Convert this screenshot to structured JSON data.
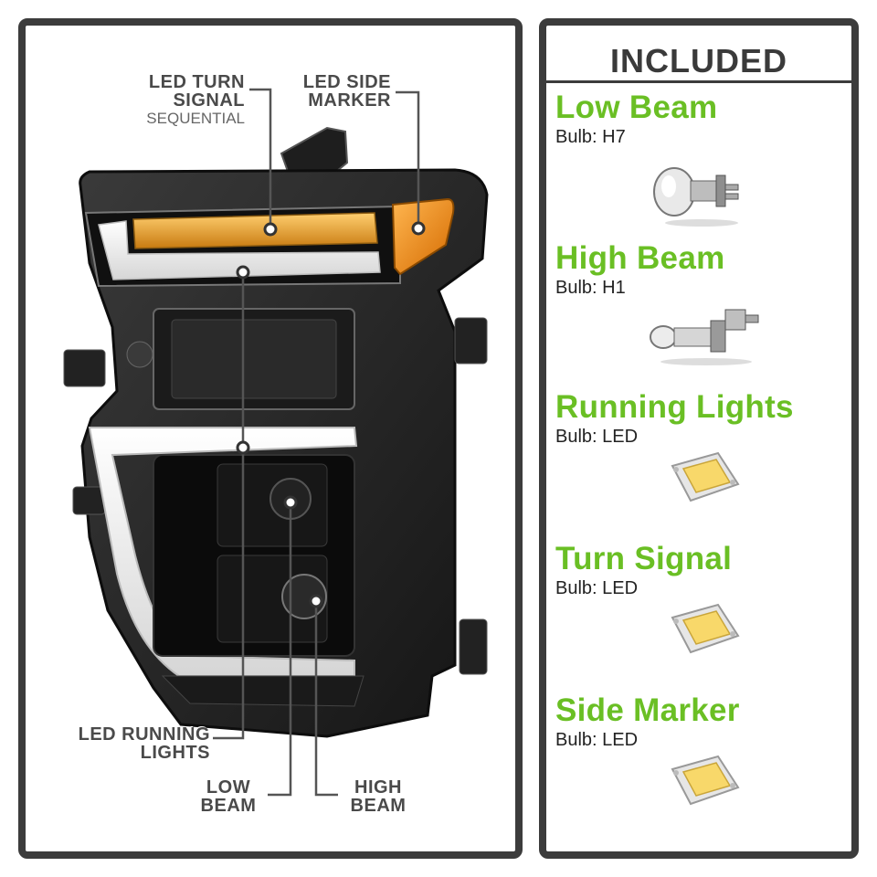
{
  "callouts": {
    "turn_signal": {
      "line1": "LED TURN",
      "line2": "SIGNAL",
      "sub": "SEQUENTIAL"
    },
    "side_marker": {
      "line1": "LED SIDE",
      "line2": "MARKER"
    },
    "running_lights": {
      "line1": "LED RUNNING",
      "line2": "LIGHTS"
    },
    "low_beam": {
      "line1": "LOW",
      "line2": "BEAM"
    },
    "high_beam": {
      "line1": "HIGH",
      "line2": "BEAM"
    }
  },
  "included": {
    "header": "INCLUDED",
    "items": [
      {
        "name": "Low Beam",
        "bulb": "Bulb: H7",
        "icon": "h7-bulb-icon"
      },
      {
        "name": "High Beam",
        "bulb": "Bulb: H1",
        "icon": "h1-bulb-icon"
      },
      {
        "name": "Running Lights",
        "bulb": "Bulb: LED",
        "icon": "led-chip-icon"
      },
      {
        "name": "Turn Signal",
        "bulb": "Bulb: LED",
        "icon": "led-chip-icon"
      },
      {
        "name": "Side Marker",
        "bulb": "Bulb: LED",
        "icon": "led-chip-icon"
      }
    ]
  },
  "colors": {
    "accent_green": "#6abf24",
    "frame": "#3c3c3c",
    "amber": "#f0a020",
    "label_gray": "#4a4a4a"
  }
}
